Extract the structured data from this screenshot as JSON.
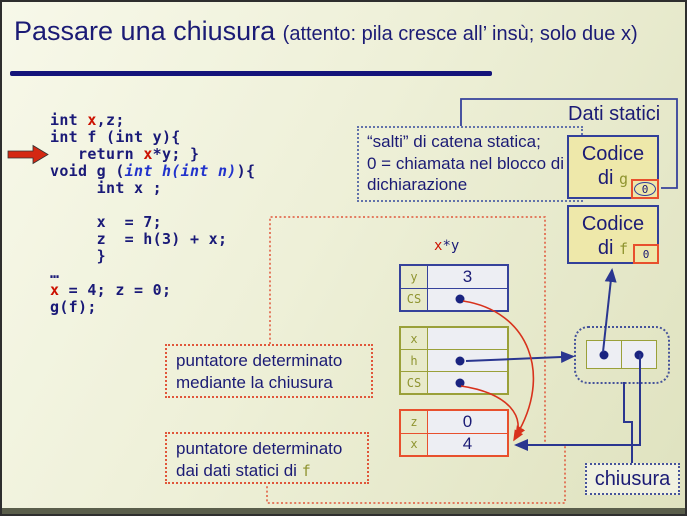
{
  "title": {
    "main": "Passare una chiusura ",
    "paren": "(attento: pila cresce all’ insù; solo due x)"
  },
  "code": {
    "lines": [
      [
        [
          "n",
          "int "
        ],
        [
          "r",
          "x"
        ],
        [
          "n",
          ",z;"
        ]
      ],
      [
        [
          "n",
          "int f (int y){"
        ]
      ],
      [
        [
          "n",
          "   return "
        ],
        [
          "r",
          "x"
        ],
        [
          "n",
          "*y; }"
        ]
      ],
      [
        [
          "n",
          "void g ("
        ],
        [
          "b",
          "int h(int n)"
        ],
        [
          "n",
          "){"
        ]
      ],
      [
        [
          "n",
          "     int x ;"
        ]
      ],
      [
        [
          "n",
          ""
        ]
      ],
      [
        [
          "n",
          "     x  = 7;"
        ]
      ],
      [
        [
          "n",
          "     z  = h(3) + x;"
        ]
      ],
      [
        [
          "n",
          "     }"
        ]
      ],
      [
        [
          "n",
          "…"
        ]
      ],
      [
        [
          "r",
          "x"
        ],
        [
          "n",
          " = 4; z = 0;"
        ]
      ],
      [
        [
          "n",
          "g(f);"
        ]
      ]
    ]
  },
  "salti": {
    "text": "“salti” di catena statica;\n0 = chiamata nel blocco di dichiarazione"
  },
  "labels": {
    "dati_statici": "Dati statici"
  },
  "g_box": {
    "word": "Codice",
    "di": "di",
    "fn": "g",
    "flag": "0"
  },
  "f_box": {
    "word": "Codice",
    "di": "di",
    "fn": "f",
    "flag": "0"
  },
  "expr": {
    "x": "x",
    "rest": "*y"
  },
  "frames": [
    {
      "name": "frame-xy",
      "rows": [
        {
          "label": "y",
          "value": "3"
        },
        {
          "label": "CS",
          "dot": true
        }
      ]
    },
    {
      "name": "frame-g-locals",
      "rows": [
        {
          "label": "x"
        },
        {
          "label": "h",
          "dot": true
        },
        {
          "label": "CS",
          "dot": true
        }
      ]
    },
    {
      "name": "frame-globals",
      "rows": [
        {
          "label": "z",
          "value": "0"
        },
        {
          "label": "x",
          "value": "4"
        }
      ]
    }
  ],
  "callout1": {
    "line1": "puntatore determinato",
    "line2": "mediante la chiusura"
  },
  "callout2": {
    "line1": "puntatore determinato",
    "line2": "dai dati statici di ",
    "fn": "f"
  },
  "chiusura": {
    "label": "chiusura"
  },
  "colors": {
    "navy": "#1b1b75",
    "code_red": "#cc1100",
    "code_blue": "#2233cc",
    "olive": "#8f9430",
    "box_yellow": "#eee8aa",
    "salmon_red": "#e0563a",
    "background": "#eef0d8"
  }
}
